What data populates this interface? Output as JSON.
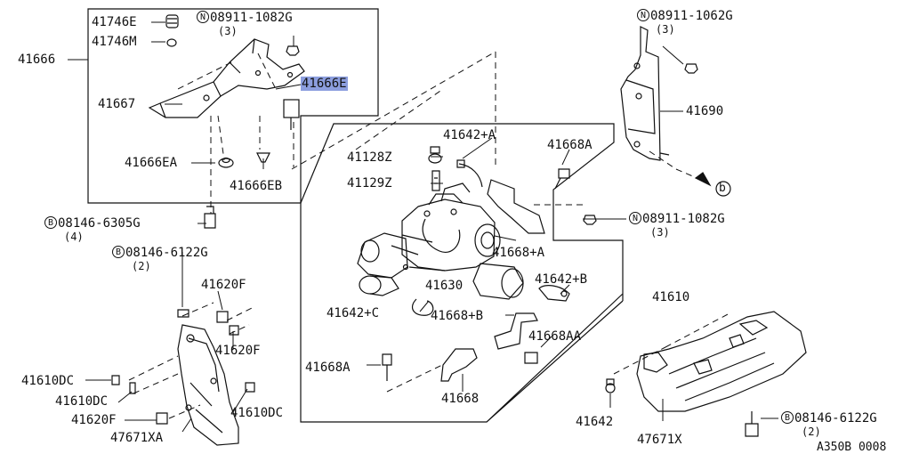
{
  "callouts": {
    "p41746E": "41746E",
    "p41746M": "41746M",
    "p41666": "41666",
    "p41667": "41667",
    "p41666E": "41666E",
    "p41666EA": "41666EA",
    "p41666EB": "41666EB",
    "n08911_1082G_top": "08911-1082G",
    "n08911_1082G_top_qty": "(3)",
    "n08911_1062G": "08911-1062G",
    "n08911_1062G_qty": "(3)",
    "p41690": "41690",
    "b08146_6305G": "08146-6305G",
    "b08146_6305G_qty": "(4)",
    "b08146_6122G_left": "08146-6122G",
    "b08146_6122G_left_qty": "(2)",
    "p41620F_a": "41620F",
    "p41620F_b": "41620F",
    "p41610DC_a": "41610DC",
    "p41610DC_b": "41610DC",
    "p41610DC_c": "41610DC",
    "p41620F_c": "41620F",
    "p47671XA": "47671XA",
    "p41642A": "41642+A",
    "p41668A_top": "41668A",
    "p41128Z": "41128Z",
    "p41129Z": "41129Z",
    "n08911_1082G_mid": "08911-1082G",
    "n08911_1082G_mid_qty": "(3)",
    "p41668plusA": "41668+A",
    "p41642B": "41642+B",
    "p41630": "41630",
    "p41610": "41610",
    "p41642C": "41642+C",
    "p41668B": "41668+B",
    "p41668AA": "41668AA",
    "p41668A_bot": "41668A",
    "p41668": "41668",
    "p41642": "41642",
    "p47671X": "47671X",
    "b08146_6122G_right": "08146-6122G",
    "b08146_6122G_right_qty": "(2)",
    "ref_b": "b"
  },
  "symbols": {
    "nut": "N",
    "bolt": "B"
  },
  "diagram_code": "A350B 0008",
  "highlight_color": "#8c9ede"
}
